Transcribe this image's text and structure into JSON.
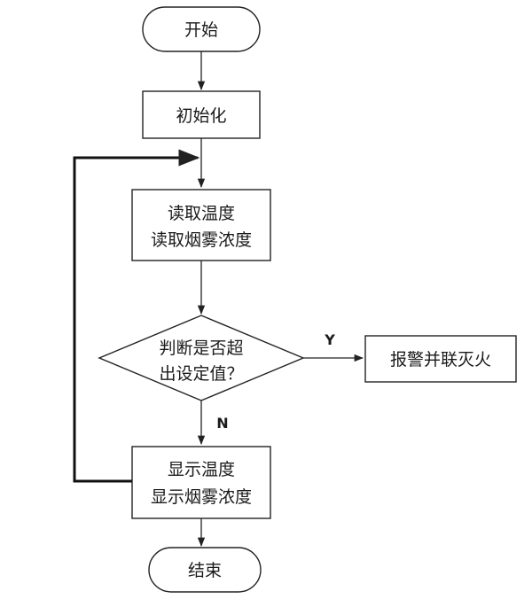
{
  "nodes": {
    "start": {
      "label": "开始"
    },
    "init": {
      "label": "初始化"
    },
    "read": {
      "line1": "读取温度",
      "line2": "读取烟雾浓度"
    },
    "decision": {
      "line1": "判断是否超",
      "line2": "出设定值？"
    },
    "alarm": {
      "label": "报警并联灭火"
    },
    "display": {
      "line1": "显示温度",
      "line2": "显示烟雾浓度"
    },
    "end": {
      "label": "结束"
    }
  },
  "edges": {
    "yes_label": "Y",
    "no_label": "N"
  },
  "colors": {
    "stroke": "#222222",
    "loop_line": "#111111",
    "background": "#ffffff"
  }
}
